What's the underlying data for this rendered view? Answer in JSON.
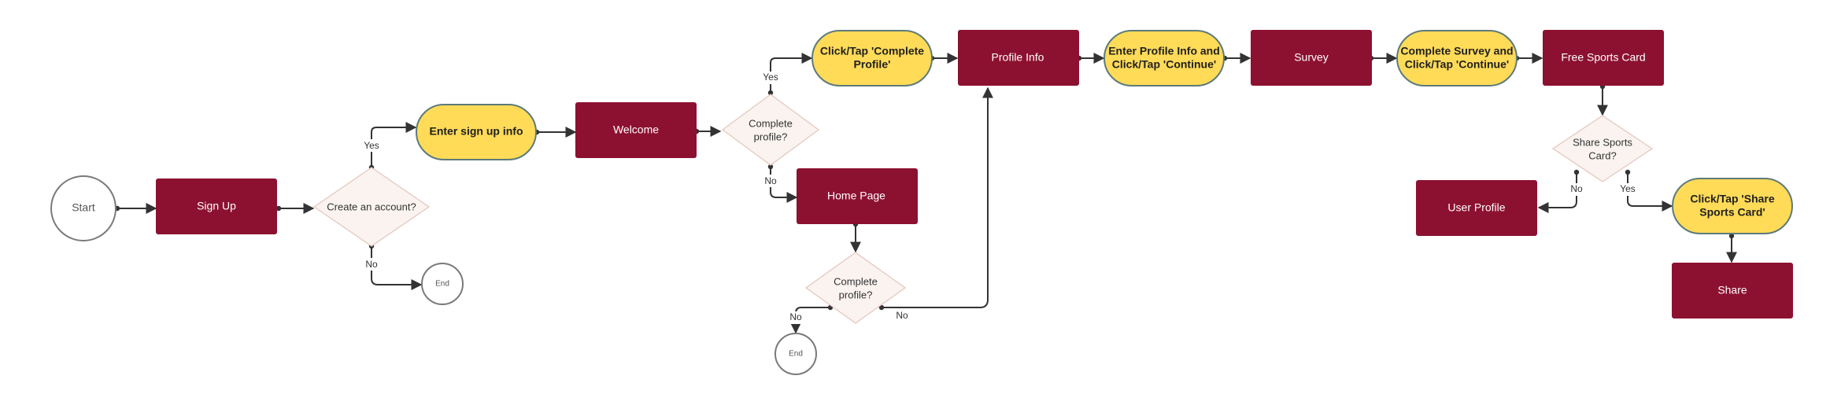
{
  "nodes": {
    "start": "Start",
    "sign_up": "Sign Up",
    "create_account": "Create an account?",
    "end_1": "End",
    "enter_sign_up": "Enter sign up info",
    "welcome": "Welcome",
    "complete_profile_1": [
      "Complete",
      "profile?"
    ],
    "click_complete_profile": [
      "Click/Tap 'Complete",
      "Profile'"
    ],
    "profile_info": "Profile Info",
    "enter_profile_info": [
      "Enter Profile Info and",
      "Click/Tap 'Continue'"
    ],
    "survey": "Survey",
    "complete_survey": [
      "Complete Survey and",
      "Click/Tap 'Continue'"
    ],
    "free_sports_card": "Free Sports Card",
    "share_sports_card_q": [
      "Share Sports",
      "Card?"
    ],
    "user_profile": "User Profile",
    "click_share_card": [
      "Click/Tap 'Share",
      "Sports Card'"
    ],
    "share": "Share",
    "home_page": "Home Page",
    "complete_profile_2": [
      "Complete",
      "profile?"
    ],
    "end_2": "End"
  },
  "edge_labels": {
    "create_yes": "Yes",
    "create_no": "No",
    "profile1_yes": "Yes",
    "profile1_no": "No",
    "profile2_no_left": "No",
    "profile2_no_right": "No",
    "share_no": "No",
    "share_yes": "Yes"
  },
  "colors": {
    "process": "#8c1130",
    "action": "#ffdb58",
    "decision": "#faf3ef",
    "connector": "#333333"
  }
}
